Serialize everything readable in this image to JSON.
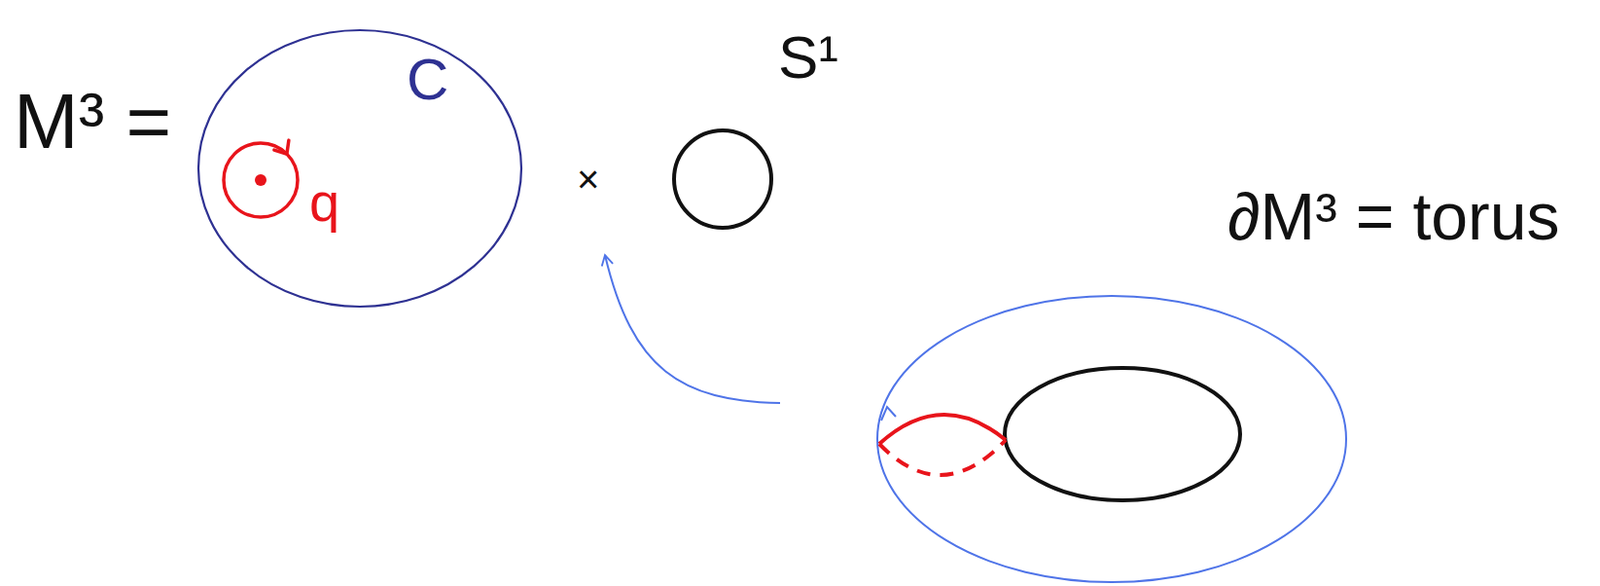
{
  "diagram": {
    "nodes": [
      {
        "text": [
          "C"
        ]
      },
      {
        "text": [
          "q"
        ],
        "in": 0
      },
      {
        "text": [
          "S¹"
        ]
      }
    ],
    "labels": [
      "M³ =",
      "×",
      "∂M³ = torus"
    ]
  }
}
